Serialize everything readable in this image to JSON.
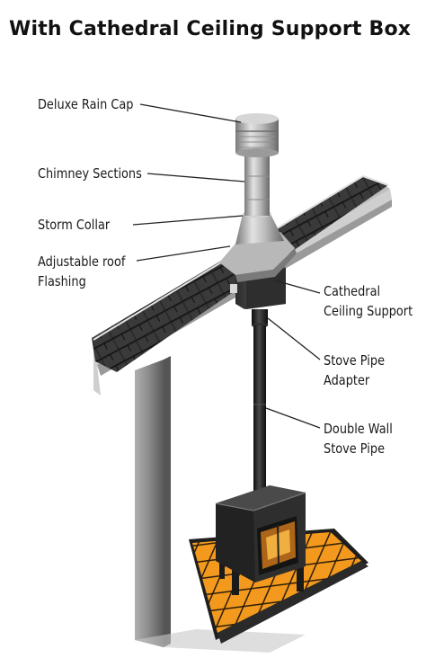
{
  "title": "With Cathedral Ceiling Support Box",
  "labels": {
    "rain_cap": "Deluxe Rain Cap",
    "chimney_sections": "Chimney Sections",
    "storm_collar": "Storm Collar",
    "roof_flashing_1": "Adjustable roof",
    "roof_flashing_2": "Flashing",
    "support_1": "Cathedral",
    "support_2": "Ceiling Support",
    "adapter_1": "Stove Pipe",
    "adapter_2": "Adapter",
    "double_wall_1": "Double Wall",
    "double_wall_2": "Stove Pipe"
  },
  "colors": {
    "roof_shingle": "#2a2a2a",
    "roof_edge": "#d8d8d8",
    "wall_gray": "#8a8a8a",
    "floor_tile": "#f39a1e",
    "floor_grout": "#222222",
    "stove": "#3a3a3a",
    "fire": "#e8a020",
    "pipe_black": "#1c1c1c",
    "chimney_steel": "#b9b9b9"
  }
}
